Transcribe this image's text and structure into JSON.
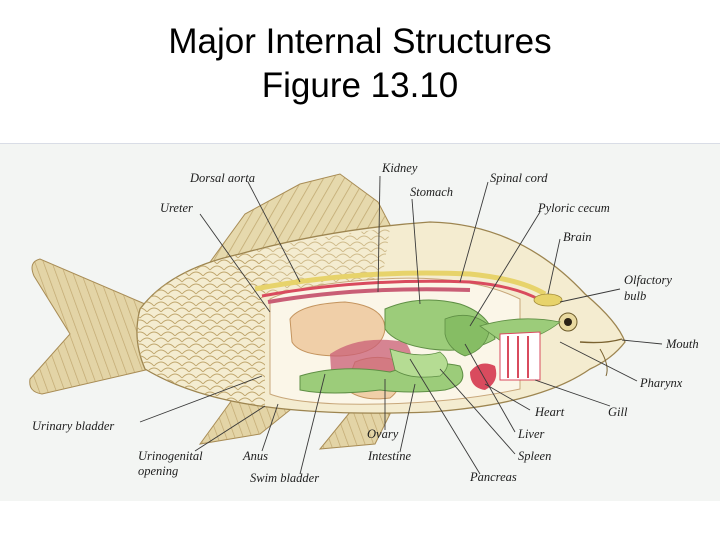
{
  "slide": {
    "title_line1": "Major Internal Structures",
    "title_line2": "Figure 13.10"
  },
  "diagram": {
    "labels": {
      "dorsal_aorta": "Dorsal aorta",
      "kidney": "Kidney",
      "stomach": "Stomach",
      "spinal_cord": "Spinal cord",
      "ureter": "Ureter",
      "pyloric_cecum": "Pyloric cecum",
      "brain": "Brain",
      "olfactory_bulb_line1": "Olfactory",
      "olfactory_bulb_line2": "bulb",
      "mouth": "Mouth",
      "pharynx": "Pharynx",
      "gill": "Gill",
      "heart": "Heart",
      "liver": "Liver",
      "spleen": "Spleen",
      "pancreas": "Pancreas",
      "ovary": "Ovary",
      "intestine": "Intestine",
      "urinary_bladder": "Urinary bladder",
      "urogenital_line1": "Urinogenital",
      "urogenital_line2": "opening",
      "anus": "Anus",
      "swim_bladder": "Swim bladder"
    },
    "colors": {
      "body": "#f2e8c6",
      "scales": "#c9b27a",
      "fins": "#d8c79a",
      "swim_bladder": "#f0cfa8",
      "digestive": "#9ccc7a",
      "blood_vessels": "#d94b5e",
      "ovary": "#c95e76",
      "spinal_cord": "#e7d36b",
      "gill": "#ffffff"
    }
  }
}
